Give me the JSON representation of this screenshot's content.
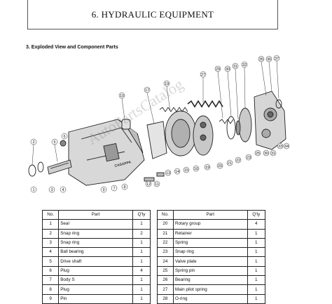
{
  "header": {
    "title": "6. HYDRAULIC EQUIPMENT"
  },
  "section": {
    "heading": "3.  Exploded View and Component Parts"
  },
  "diagram": {
    "callouts": [
      "1",
      "2",
      "3",
      "4",
      "5",
      "6",
      "7",
      "8",
      "9",
      "10",
      "11",
      "12",
      "13",
      "14",
      "15",
      "16",
      "17",
      "18",
      "19",
      "20",
      "21",
      "22",
      "23",
      "24",
      "25",
      "26",
      "27",
      "28",
      "29",
      "30",
      "31",
      "32",
      "33",
      "34",
      "35",
      "36",
      "37"
    ],
    "watermark": "AutoPartsCatalog",
    "brand": "CASAPPA"
  },
  "parts_table": {
    "headers": {
      "no": "No.",
      "part": "Part",
      "qty": "Q'ty"
    },
    "left": [
      {
        "no": "1",
        "part": "Seal",
        "qty": "1"
      },
      {
        "no": "2",
        "part": "Snap ring",
        "qty": "2"
      },
      {
        "no": "3",
        "part": "Snap ring",
        "qty": "1"
      },
      {
        "no": "4",
        "part": "Ball bearing",
        "qty": "1"
      },
      {
        "no": "5",
        "part": "Drive shaft",
        "qty": "1"
      },
      {
        "no": "6",
        "part": "Plug",
        "qty": "4"
      },
      {
        "no": "7",
        "part": "Body S",
        "qty": "1"
      },
      {
        "no": "8",
        "part": "Plug",
        "qty": "1"
      },
      {
        "no": "9",
        "part": "Pin",
        "qty": "1"
      }
    ],
    "right": [
      {
        "no": "20",
        "part": "Rotary group",
        "qty": "4"
      },
      {
        "no": "21",
        "part": "Retainer",
        "qty": "1"
      },
      {
        "no": "22",
        "part": "Spring",
        "qty": "1"
      },
      {
        "no": "23",
        "part": "Snap ring",
        "qty": "1"
      },
      {
        "no": "24",
        "part": "Valve plate",
        "qty": "1"
      },
      {
        "no": "25",
        "part": "Spring pin",
        "qty": "1"
      },
      {
        "no": "26",
        "part": "Bearing",
        "qty": "1"
      },
      {
        "no": "27",
        "part": "Main pilot spring",
        "qty": "1"
      },
      {
        "no": "28",
        "part": "O-ring",
        "qty": "1"
      }
    ]
  }
}
